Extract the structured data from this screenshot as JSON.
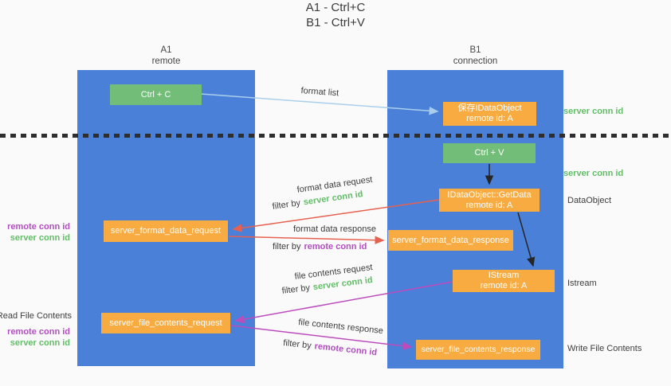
{
  "title": {
    "line1": "A1 - Ctrl+C",
    "line2": "B1 - Ctrl+V"
  },
  "lifelines": {
    "left": {
      "name": "A1",
      "role": "remote"
    },
    "right": {
      "name": "B1",
      "role": "connection"
    }
  },
  "nodes": {
    "ctrl_c": "Ctrl + C",
    "ctrl_v": "Ctrl + V",
    "save_idataobject": {
      "title": "保存IDataObject",
      "subtitle": "remote id: A"
    },
    "idataobject_getdata": {
      "title": "IDataObject::GetData",
      "subtitle": "remote id: A"
    },
    "istream": {
      "title": "IStream",
      "subtitle": "remote id: A"
    },
    "server_format_data_request": "server_format_data_request",
    "server_format_data_response": "server_format_data_response",
    "server_file_contents_request": "server_file_contents_request",
    "server_file_contents_response": "server_file_contents_response"
  },
  "edge_labels": {
    "format_list": "format list",
    "format_data_request": "format data request",
    "format_data_response": "format data response",
    "file_contents_request": "file contents request",
    "file_contents_response": "file contents response",
    "filter_by": "filter by",
    "server_conn_id": "server conn id",
    "remote_conn_id": "remote conn id"
  },
  "side_labels": {
    "server_conn_id": "server conn id",
    "remote_conn_id": "remote conn id",
    "dataobject": "DataObject",
    "istream": "Istream",
    "read_file_contents": "Read File Contents",
    "write_file_contents": "Write File Contents"
  },
  "colors": {
    "lifeline_blue": "#4a80d8",
    "node_green": "#72bd78",
    "node_orange": "#f7ab41",
    "arrow_red": "#e8604f",
    "arrow_magenta": "#bd4cbd",
    "arrow_light_blue": "#a9cfec",
    "arrow_black": "#262626",
    "text_green": "#63bd68",
    "text_purple": "#b14fc0"
  }
}
